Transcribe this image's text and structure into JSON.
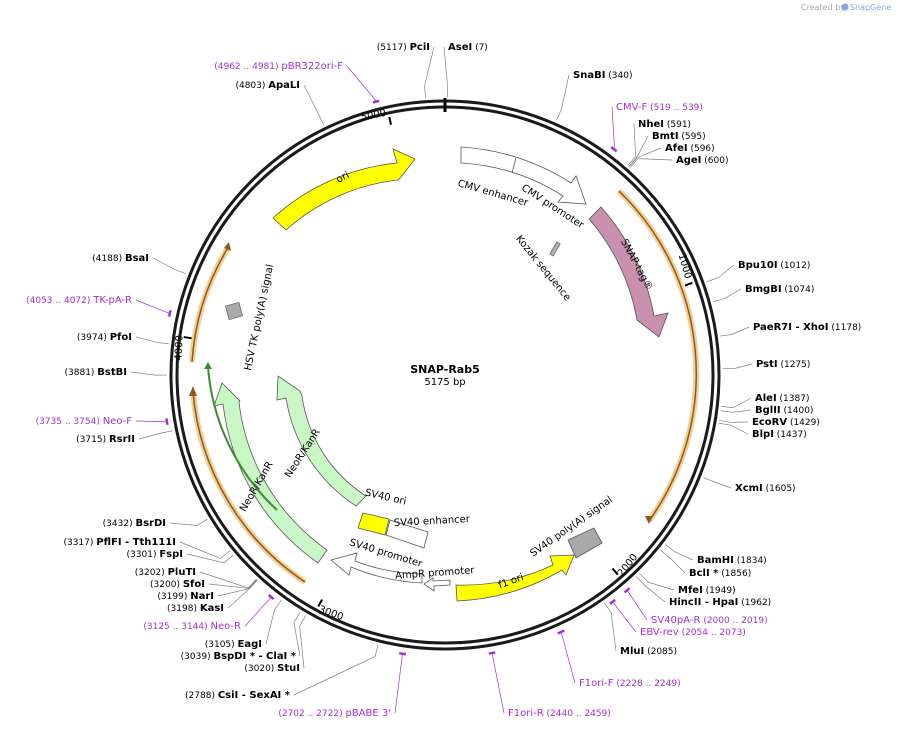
{
  "credit": {
    "prefix": "Created by",
    "brand": "SnapGene"
  },
  "plasmid": {
    "name": "SNAP-Rab5",
    "size_label": "5175 bp",
    "length": 5175
  },
  "colors": {
    "backbone": "#1a1a1a",
    "primer": "#a12fd6",
    "yellow": "#ffff00",
    "mauve": "#c98fae",
    "green": "#c8f7c5",
    "white": "#ffffff",
    "gray": "#a9a9a9",
    "orange_glow": "#f3c27a",
    "dark_green": "#3c8a2e"
  },
  "ticks": [
    {
      "pos": 1000,
      "label": "1000"
    },
    {
      "pos": 2000,
      "label": "2000"
    },
    {
      "pos": 3000,
      "label": "3000"
    },
    {
      "pos": 4000,
      "label": "4000"
    },
    {
      "pos": 5000,
      "label": "5000"
    }
  ],
  "enzymes": [
    {
      "id": "pci",
      "pos": 5117,
      "name": "PciI",
      "pos_label": "(5117)"
    },
    {
      "id": "ase",
      "pos": 7,
      "name": "AseI",
      "pos_label": "(7)"
    },
    {
      "id": "snab",
      "pos": 340,
      "name": "SnaBI",
      "pos_label": "(340)"
    },
    {
      "id": "nhe",
      "pos": 591,
      "name": "NheI",
      "pos_label": "(591)"
    },
    {
      "id": "bmt",
      "pos": 595,
      "name": "BmtI",
      "pos_label": "(595)"
    },
    {
      "id": "afe",
      "pos": 596,
      "name": "AfeI",
      "pos_label": "(596)"
    },
    {
      "id": "age",
      "pos": 600,
      "name": "AgeI",
      "pos_label": "(600)"
    },
    {
      "id": "bpu",
      "pos": 1012,
      "name": "Bpu10I",
      "pos_label": "(1012)"
    },
    {
      "id": "bmgb",
      "pos": 1074,
      "name": "BmgBI",
      "pos_label": "(1074)"
    },
    {
      "id": "paer",
      "pos": 1178,
      "name": "PaeR7I - XhoI",
      "pos_label": "(1178)"
    },
    {
      "id": "pst",
      "pos": 1275,
      "name": "PstI",
      "pos_label": "(1275)"
    },
    {
      "id": "ale",
      "pos": 1387,
      "name": "AleI",
      "pos_label": "(1387)"
    },
    {
      "id": "bgl",
      "pos": 1400,
      "name": "BglII",
      "pos_label": "(1400)"
    },
    {
      "id": "ecorv",
      "pos": 1429,
      "name": "EcoRV",
      "pos_label": "(1429)"
    },
    {
      "id": "blp",
      "pos": 1437,
      "name": "BlpI",
      "pos_label": "(1437)"
    },
    {
      "id": "xcm",
      "pos": 1605,
      "name": "XcmI",
      "pos_label": "(1605)"
    },
    {
      "id": "bam",
      "pos": 1834,
      "name": "BamHI",
      "pos_label": "(1834)"
    },
    {
      "id": "bcl",
      "pos": 1856,
      "name": "BclI *",
      "pos_label": "(1856)"
    },
    {
      "id": "mfe",
      "pos": 1949,
      "name": "MfeI",
      "pos_label": "(1949)"
    },
    {
      "id": "hinc",
      "pos": 1962,
      "name": "HincII - HpaI",
      "pos_label": "(1962)"
    },
    {
      "id": "mlu",
      "pos": 2085,
      "name": "MluI",
      "pos_label": "(2085)"
    },
    {
      "id": "csi",
      "pos": 2788,
      "name": "CsiI - SexAI *",
      "pos_label": "(2788)"
    },
    {
      "id": "stu",
      "pos": 3020,
      "name": "StuI",
      "pos_label": "(3020)"
    },
    {
      "id": "bspd",
      "pos": 3039,
      "name": "BspDI * - ClaI *",
      "pos_label": "(3039)"
    },
    {
      "id": "eag",
      "pos": 3105,
      "name": "EagI",
      "pos_label": "(3105)"
    },
    {
      "id": "kas",
      "pos": 3198,
      "name": "KasI",
      "pos_label": "(3198)"
    },
    {
      "id": "nar",
      "pos": 3199,
      "name": "NarI",
      "pos_label": "(3199)"
    },
    {
      "id": "sfo",
      "pos": 3200,
      "name": "SfoI",
      "pos_label": "(3200)"
    },
    {
      "id": "plut",
      "pos": 3202,
      "name": "PluTI",
      "pos_label": "(3202)"
    },
    {
      "id": "fsp",
      "pos": 3301,
      "name": "FspI",
      "pos_label": "(3301)"
    },
    {
      "id": "pflf",
      "pos": 3317,
      "name": "PflFI - Tth111I",
      "pos_label": "(3317)"
    },
    {
      "id": "bsrd",
      "pos": 3432,
      "name": "BsrDI",
      "pos_label": "(3432)"
    },
    {
      "id": "rsr",
      "pos": 3715,
      "name": "RsrII",
      "pos_label": "(3715)"
    },
    {
      "id": "bst",
      "pos": 3881,
      "name": "BstBI",
      "pos_label": "(3881)"
    },
    {
      "id": "pfo",
      "pos": 3974,
      "name": "PfoI",
      "pos_label": "(3974)"
    },
    {
      "id": "bsa",
      "pos": 4188,
      "name": "BsaI",
      "pos_label": "(4188)"
    },
    {
      "id": "apal",
      "pos": 4803,
      "name": "ApaLI",
      "pos_label": "(4803)"
    }
  ],
  "primers": [
    {
      "id": "pbr",
      "start": 4962,
      "end": 4981,
      "name": "pBR322ori-F",
      "range_label": "(4962 .. 4981)"
    },
    {
      "id": "cmvf",
      "start": 519,
      "end": 539,
      "name": "CMV-F",
      "range_label": "(519 .. 539)"
    },
    {
      "id": "sv40pa",
      "start": 2000,
      "end": 2019,
      "name": "SV40pA-R",
      "range_label": "(2000 .. 2019)"
    },
    {
      "id": "ebv",
      "start": 2054,
      "end": 2073,
      "name": "EBV-rev",
      "range_label": "(2054 .. 2073)"
    },
    {
      "id": "f1f",
      "start": 2228,
      "end": 2249,
      "name": "F1ori-F",
      "range_label": "(2228 .. 2249)"
    },
    {
      "id": "f1r",
      "start": 2440,
      "end": 2459,
      "name": "F1ori-R",
      "range_label": "(2440 .. 2459)"
    },
    {
      "id": "pbabe",
      "start": 2702,
      "end": 2722,
      "name": "pBABE 3'",
      "range_label": "(2702 .. 2722)"
    },
    {
      "id": "neor",
      "start": 3125,
      "end": 3144,
      "name": "Neo-R",
      "range_label": "(3125 .. 3144)"
    },
    {
      "id": "neof",
      "start": 3735,
      "end": 3754,
      "name": "Neo-F",
      "range_label": "(3735 .. 3754)"
    },
    {
      "id": "tkpa",
      "start": 4053,
      "end": 4072,
      "name": "TK-pA-R",
      "range_label": "(4053 .. 4072)"
    }
  ],
  "features": [
    {
      "id": "ori",
      "label": "ori"
    },
    {
      "id": "cmv-enh",
      "label": "CMV enhancer"
    },
    {
      "id": "cmv-prom",
      "label": "CMV promoter"
    },
    {
      "id": "kozak",
      "label": "Kozak sequence"
    },
    {
      "id": "snap",
      "label": "SNAP-tag®"
    },
    {
      "id": "hsv",
      "label": "HSV TK poly(A) signal"
    },
    {
      "id": "neo1",
      "label": "NeoR/KanR"
    },
    {
      "id": "neo2",
      "label": "NeoR/KanR"
    },
    {
      "id": "sv40ori",
      "label": "SV40 ori"
    },
    {
      "id": "sv40enh",
      "label": "SV40 enhancer"
    },
    {
      "id": "sv40prom",
      "label": "SV40 promoter"
    },
    {
      "id": "ampr",
      "label": "AmpR promoter"
    },
    {
      "id": "sv40pa-sig",
      "label": "SV40 poly(A) signal"
    },
    {
      "id": "f1ori",
      "label": "f1 ori"
    }
  ]
}
